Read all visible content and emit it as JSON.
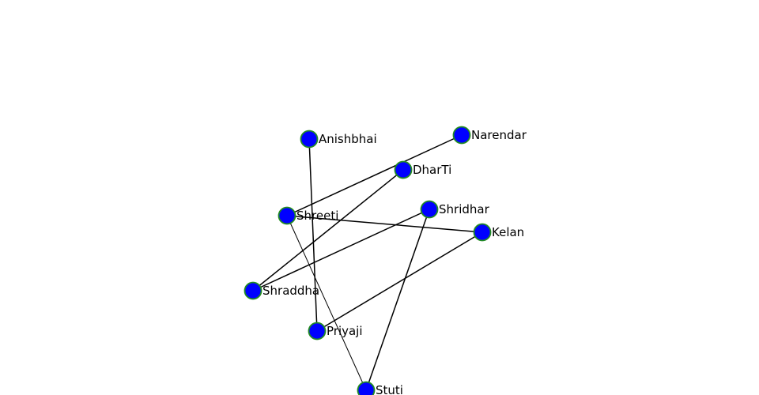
{
  "graph": {
    "node_color": "#0000ff",
    "node_border_color": "#228b22",
    "edge_color": "#000000",
    "nodes": [
      {
        "id": "anishbhai",
        "label": "Anishbhai"
      },
      {
        "id": "narendar",
        "label": "Narendar"
      },
      {
        "id": "dharti",
        "label": "DharTi"
      },
      {
        "id": "shridhar",
        "label": "Shridhar"
      },
      {
        "id": "shreeti",
        "label": "Shreeti"
      },
      {
        "id": "kelan",
        "label": "Kelan"
      },
      {
        "id": "shraddha",
        "label": "Shraddha"
      },
      {
        "id": "priyaji",
        "label": "Priyaji"
      },
      {
        "id": "stuti",
        "label": "Stuti"
      }
    ],
    "edges": [
      {
        "source": "anishbhai",
        "target": "priyaji"
      },
      {
        "source": "narendar",
        "target": "shreeti"
      },
      {
        "source": "dharti",
        "target": "shraddha"
      },
      {
        "source": "shridhar",
        "target": "shraddha"
      },
      {
        "source": "shridhar",
        "target": "stuti"
      },
      {
        "source": "shreeti",
        "target": "kelan"
      },
      {
        "source": "shreeti",
        "target": "stuti"
      },
      {
        "source": "kelan",
        "target": "priyaji"
      }
    ]
  }
}
